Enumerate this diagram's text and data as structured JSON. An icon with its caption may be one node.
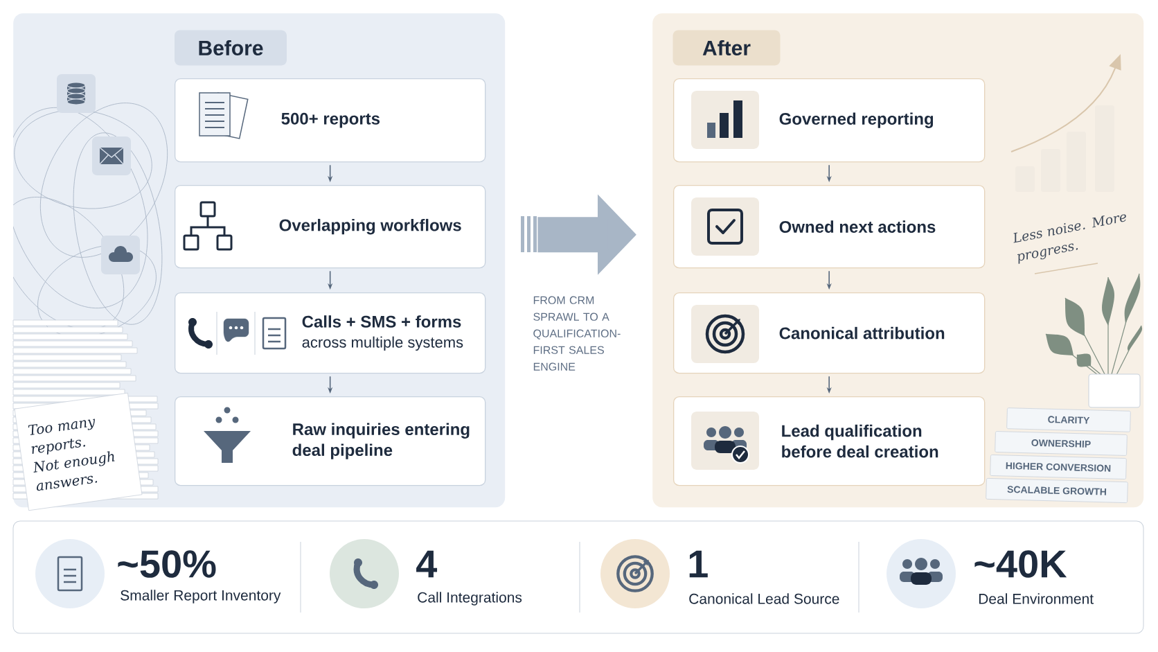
{
  "diagram": {
    "nodes": [
      {
        "text": [
          "Before"
        ]
      },
      {
        "text": [
          "500+ reports"
        ],
        "in": 0
      },
      {
        "text": [
          "Overlapping workflows"
        ],
        "in": 0
      },
      {
        "text": [
          "Calls + SMS + forms",
          "across multiple systems"
        ],
        "in": 0
      },
      {
        "text": [
          "Raw inquiries entering deal pipeline"
        ],
        "in": 0
      },
      {
        "text": [
          "After"
        ]
      },
      {
        "text": [
          "Governed reporting"
        ],
        "in": 5
      },
      {
        "text": [
          "Owned next actions"
        ],
        "in": 5
      },
      {
        "text": [
          "Canonical attribution"
        ],
        "in": 5
      },
      {
        "text": [
          "Lead qualification before deal creation"
        ],
        "in": 5
      }
    ],
    "edges": [
      {
        "from": 1,
        "to": 2,
        "arrow": "to"
      },
      {
        "from": 2,
        "to": 3,
        "arrow": "to"
      },
      {
        "from": 3,
        "to": 4,
        "arrow": "to"
      },
      {
        "from": 6,
        "to": 7,
        "arrow": "to"
      },
      {
        "from": 7,
        "to": 8,
        "arrow": "to"
      },
      {
        "from": 8,
        "to": 9,
        "arrow": "to"
      },
      {
        "from": 0,
        "to": 5,
        "arrow": "to",
        "style": "thick",
        "color": "#a8b6c6"
      }
    ],
    "labels": [
      "Too many reports. Not enough answers.",
      "FROM CRM SPRAWL TO A QUALIFICATION-FIRST SALES ENGINE",
      "Less noise. More progress.",
      "CLARITY",
      "OWNERSHIP",
      "HIGHER CONVERSION",
      "SCALABLE GROWTH",
      "~50%",
      "Smaller Report Inventory",
      "4",
      "Call Integrations",
      "1",
      "Canonical Lead Source",
      "~40K",
      "Deal Environment"
    ]
  }
}
